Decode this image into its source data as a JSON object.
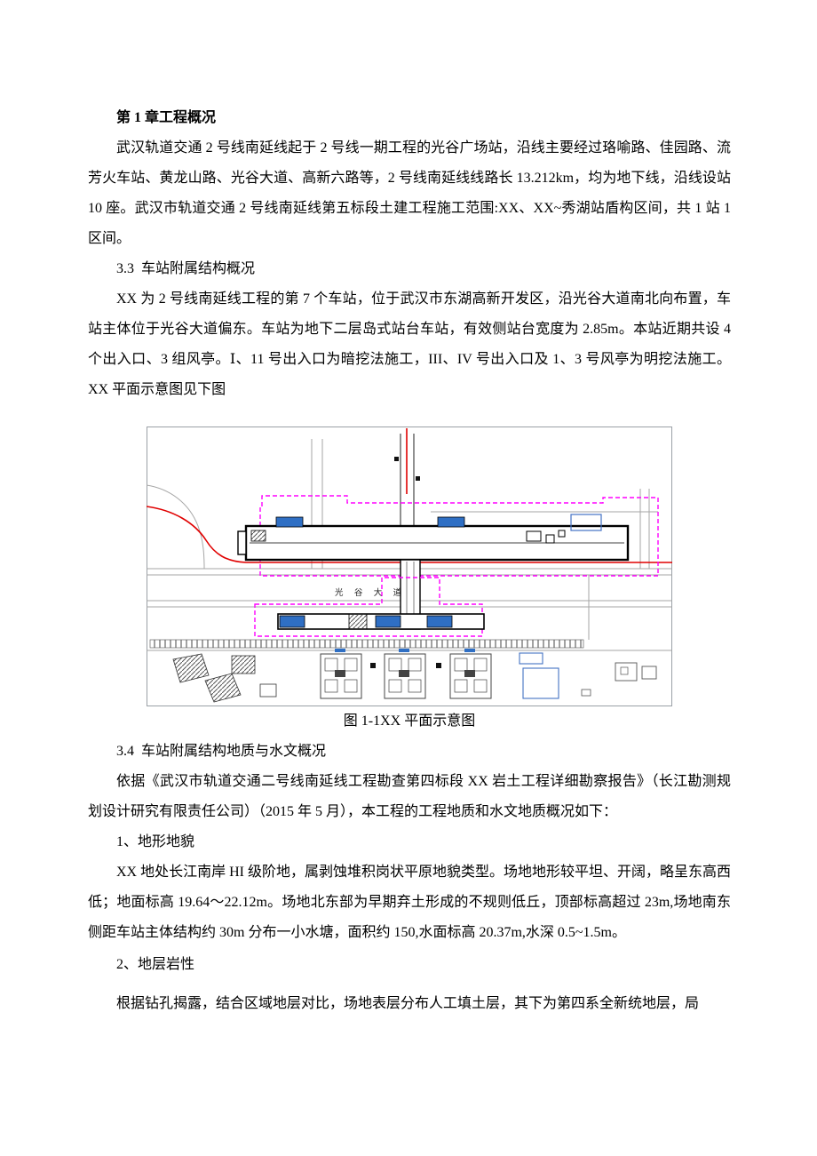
{
  "document": {
    "chapter_heading": "第 1 章工程概况",
    "para_overview": "武汉轨道交通 2 号线南延线起于 2 号线一期工程的光谷广场站，沿线主要经过珞喻路、佳园路、流芳火车站、黄龙山路、光谷大道、高新六路等，2 号线南延线线路长 13.212km，均为地下线，沿线设站 10 座。武汉市轨道交通 2 号线南延线第五标段土建工程施工范围:XX、XX~秀湖站盾构区间，共 1 站 1 区间。",
    "section_33_heading": "3.3  车站附属结构概况",
    "para_station": "XX 为 2 号线南延线工程的第 7 个车站，位于武汉市东湖高新开发区，沿光谷大道南北向布置，车站主体位于光谷大道偏东。车站为地下二层岛式站台车站，有效侧站台宽度为 2.85m。本站近期共设 4 个出入口、3 组风亭。Ⅰ、11 号出入口为暗挖法施工，III、IV 号出入口及 1、3 号风亭为明挖法施工。XX 平面示意图见下图",
    "figure": {
      "caption": "图 1-1XX 平面示意图",
      "road_label": "光 谷 大 道",
      "colors": {
        "boundary_magenta": "#ff00ff",
        "alignment_red": "#e00000",
        "entrance_blue": "#2f6fc4",
        "outline_blue": "#4472c4",
        "road_gray": "#a6a6a6",
        "structure_black": "#000000"
      }
    },
    "section_34_heading": "3.4  车站附属结构地质与水文概况",
    "para_basis": "依据《武汉市轨道交通二号线南延线工程勘查第四标段 XX 岩土工程详细勘察报告》（长江勘测规划设计研究有限责任公司）（2015 年 5 月），本工程的工程地质和水文地质概况如下：",
    "sub_1_heading": "1、地形地貌",
    "para_terrain": "XX 地处长江南岸 HI 级阶地，属剥蚀堆积岗状平原地貌类型。场地地形较平坦、开阔，略呈东高西低；地面标高 19.64～22.12m。场地北东部为早期弃土形成的不规则低丘，顶部标高超过 23m,场地南东侧距车站主体结构约 30m 分布一小水塘，面积约 150,水面标高 20.37m,水深 0.5~1.5m。",
    "sub_2_heading": "2、地层岩性",
    "para_strata": "根据钻孔揭露，结合区域地层对比，场地表层分布人工填土层，其下为第四系全新统地层，局"
  }
}
